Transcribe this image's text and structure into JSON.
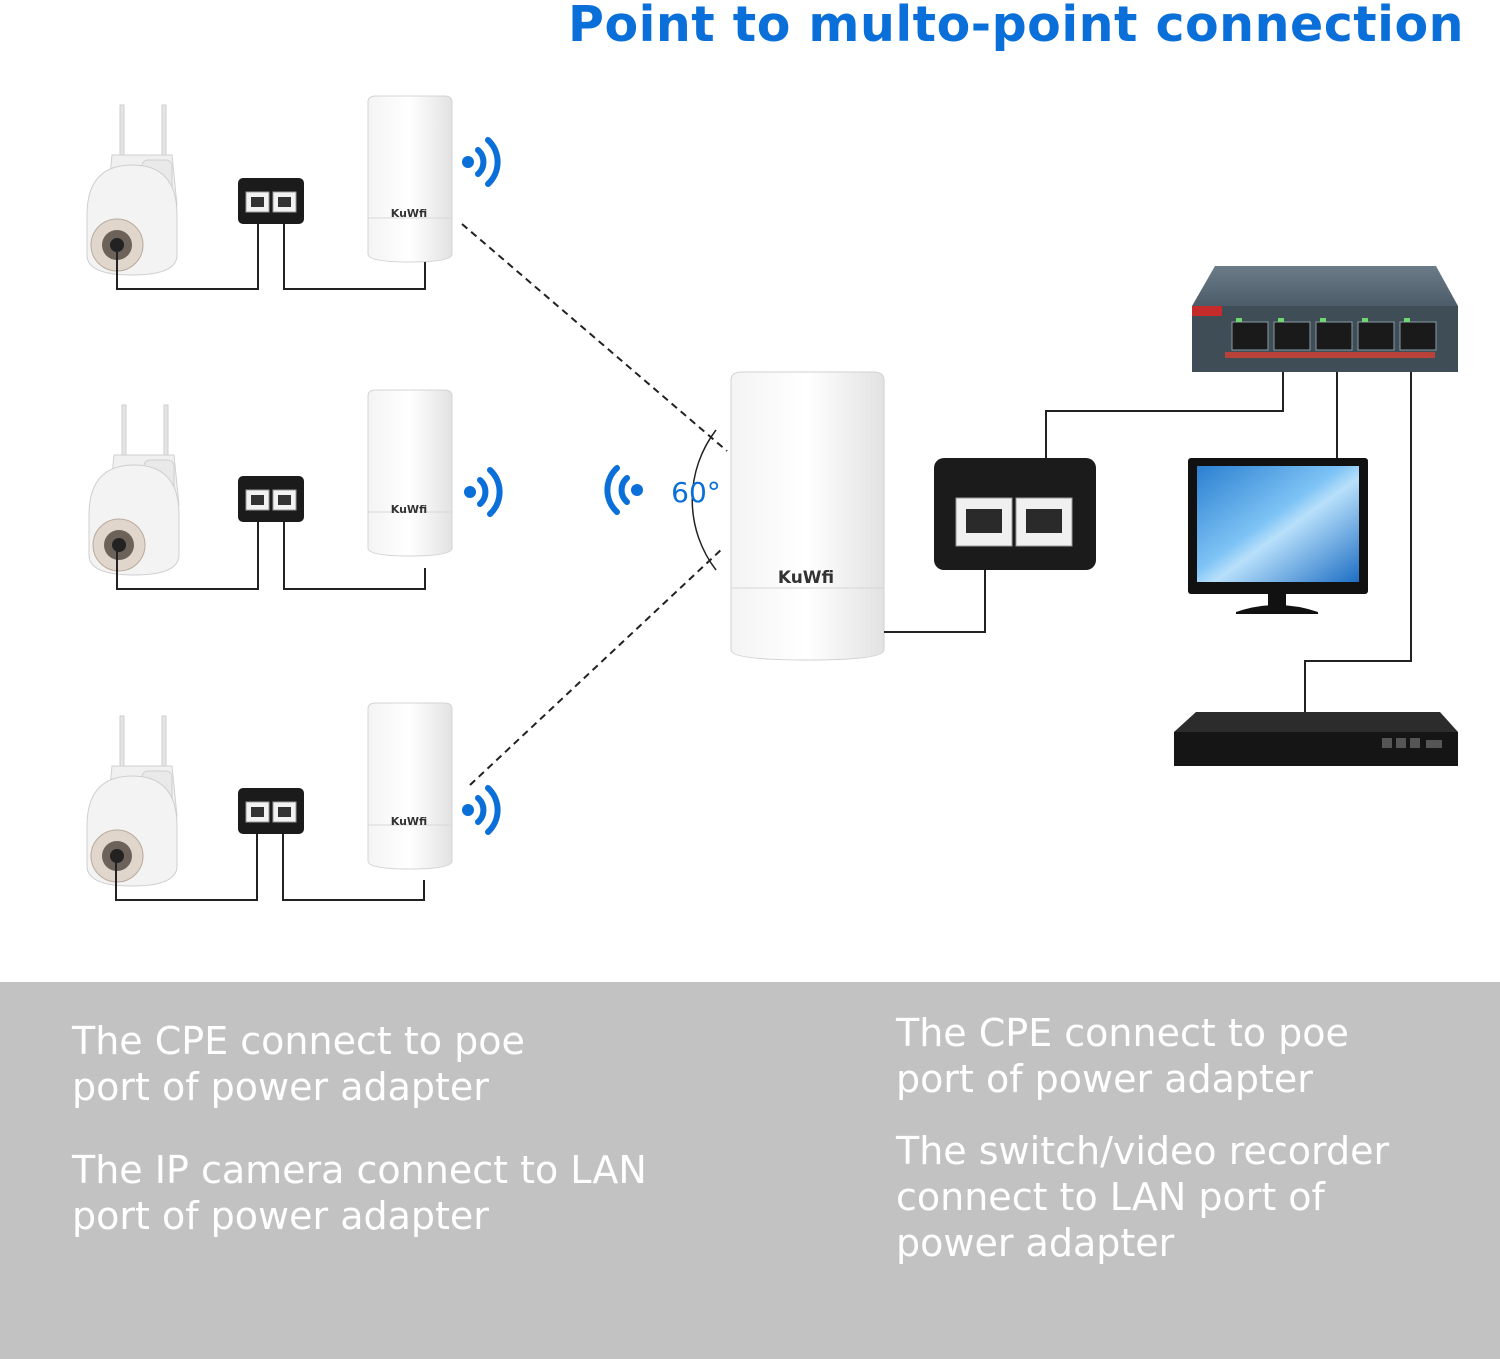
{
  "title": "Point to multo-point connection",
  "angle_label": "60°",
  "brand_label": "KuWfi",
  "colors": {
    "title": "#0a6fd8",
    "wifi_waves": "#0a6fd8",
    "panel": "#c2c2c2",
    "panel_text": "#ffffff"
  },
  "icons": {
    "camera": "ptz-camera-icon",
    "poe_adapter": "poe-adapter-icon",
    "cpe": "cpe-bridge-icon",
    "wifi": "wifi-signal-icon",
    "switch": "network-switch-icon",
    "monitor": "monitor-icon",
    "nvr": "video-recorder-icon"
  },
  "notes": {
    "left": [
      [
        "The CPE connect to poe",
        "port of power adapter"
      ],
      [
        "The IP camera connect to LAN",
        "port of power adapter"
      ]
    ],
    "right": [
      [
        "The CPE connect to poe",
        "port of power adapter"
      ],
      [
        "The switch/video recorder",
        "connect to LAN port of",
        "power adapter"
      ]
    ]
  }
}
